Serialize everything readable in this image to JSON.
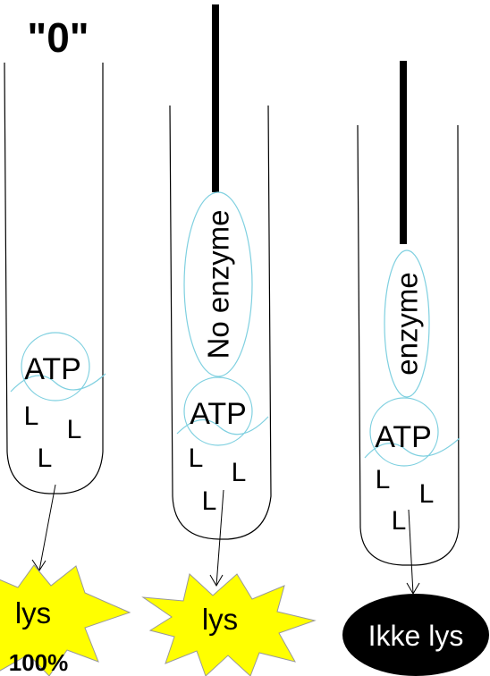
{
  "title": "\"0\"",
  "tubes": [
    {
      "molecule": "ATP",
      "substrate": [
        "L",
        "L",
        "L"
      ],
      "enzyme_label": "",
      "result": "lys",
      "result_note": "100%"
    },
    {
      "molecule": "ATP",
      "substrate": [
        "L",
        "L",
        "L"
      ],
      "enzyme_label": "No enzyme",
      "result": "lys",
      "result_note": ""
    },
    {
      "molecule": "ATP",
      "substrate": [
        "L",
        "L",
        "L"
      ],
      "enzyme_label": "enzyme",
      "result": "Ikke lys",
      "result_note": ""
    }
  ],
  "colors": {
    "line": "#000000",
    "bubble": "#7fd0e0",
    "light_burst": "#ffff00",
    "no_light": "#000000",
    "no_light_text": "#ffffff"
  }
}
